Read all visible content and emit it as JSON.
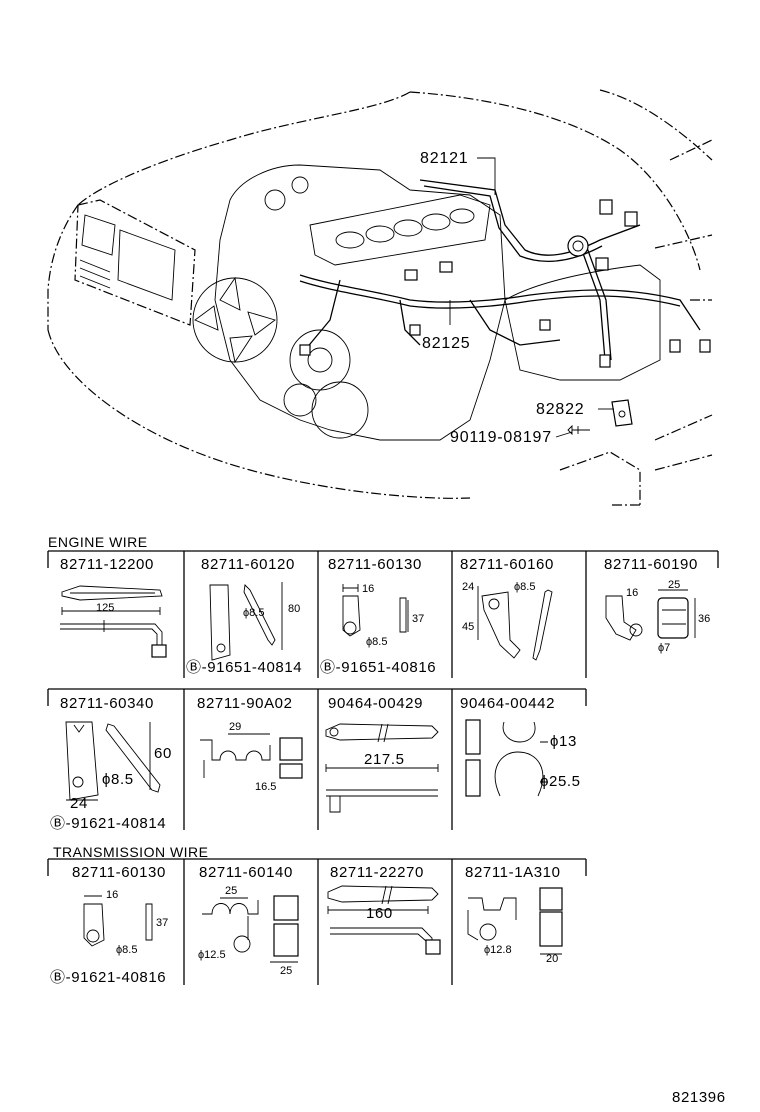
{
  "callouts": {
    "c82121": "82121",
    "c82125": "82125",
    "c82822": "82822",
    "c90119": "90119-08197"
  },
  "sections": {
    "engine_wire": "ENGINE WIRE",
    "transmission_wire": "TRANSMISSION WIRE"
  },
  "row1": [
    {
      "part": "82711-12200",
      "dims": [
        "125"
      ],
      "bolt": ""
    },
    {
      "part": "82711-60120",
      "dims": [
        "80",
        "ϕ8.5"
      ],
      "bolt": "Ⓑ-91651-40814"
    },
    {
      "part": "82711-60130",
      "dims": [
        "16",
        "37",
        "ϕ8.5"
      ],
      "bolt": "Ⓑ-91651-40816"
    },
    {
      "part": "82711-60160",
      "dims": [
        "24",
        "ϕ8.5",
        "45"
      ],
      "bolt": ""
    },
    {
      "part": "82711-60190",
      "dims": [
        "16",
        "25",
        "36",
        "ϕ7"
      ],
      "bolt": ""
    }
  ],
  "row2": [
    {
      "part": "82711-60340",
      "dims": [
        "60",
        "ϕ8.5",
        "24"
      ],
      "bolt": "Ⓑ-91621-40814"
    },
    {
      "part": "82711-90A02",
      "dims": [
        "29",
        "16.5"
      ],
      "bolt": ""
    },
    {
      "part": "90464-00429",
      "dims": [
        "217.5"
      ],
      "bolt": ""
    },
    {
      "part": "90464-00442",
      "dims": [
        "ϕ13",
        "ϕ25.5"
      ],
      "bolt": ""
    }
  ],
  "row3": [
    {
      "part": "82711-60130",
      "dims": [
        "16",
        "37",
        "ϕ8.5"
      ],
      "bolt": "Ⓑ-91621-40816"
    },
    {
      "part": "82711-60140",
      "dims": [
        "25",
        "ϕ12.5",
        "25"
      ],
      "bolt": ""
    },
    {
      "part": "82711-22270",
      "dims": [
        "160"
      ],
      "bolt": ""
    },
    {
      "part": "82711-1A310",
      "dims": [
        "ϕ12.8",
        "20"
      ],
      "bolt": ""
    }
  ],
  "diagram_id": "821396"
}
